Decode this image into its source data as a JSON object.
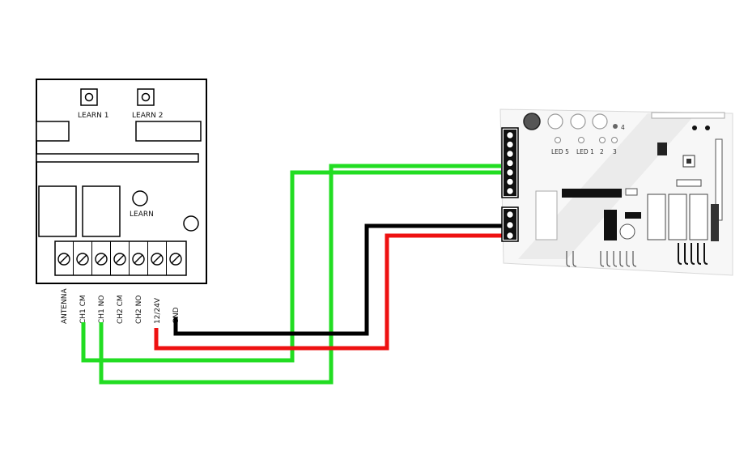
{
  "receiver": {
    "learn1_label": "LEARN 1",
    "learn2_label": "LEARN 2",
    "learn_label": "LEARN",
    "terminals": [
      "ANTENNA",
      "CH1 CM",
      "CH1 NO",
      "CH2 CM",
      "CH2 NO",
      "12/24V",
      "GND"
    ]
  },
  "controller": {
    "led_labels": [
      "LED 5",
      "LED 1",
      "2",
      "3"
    ],
    "led4_label": "4"
  },
  "colors": {
    "green_wire": "#22dd22",
    "red_wire": "#ee1111",
    "black_wire": "#000000"
  }
}
